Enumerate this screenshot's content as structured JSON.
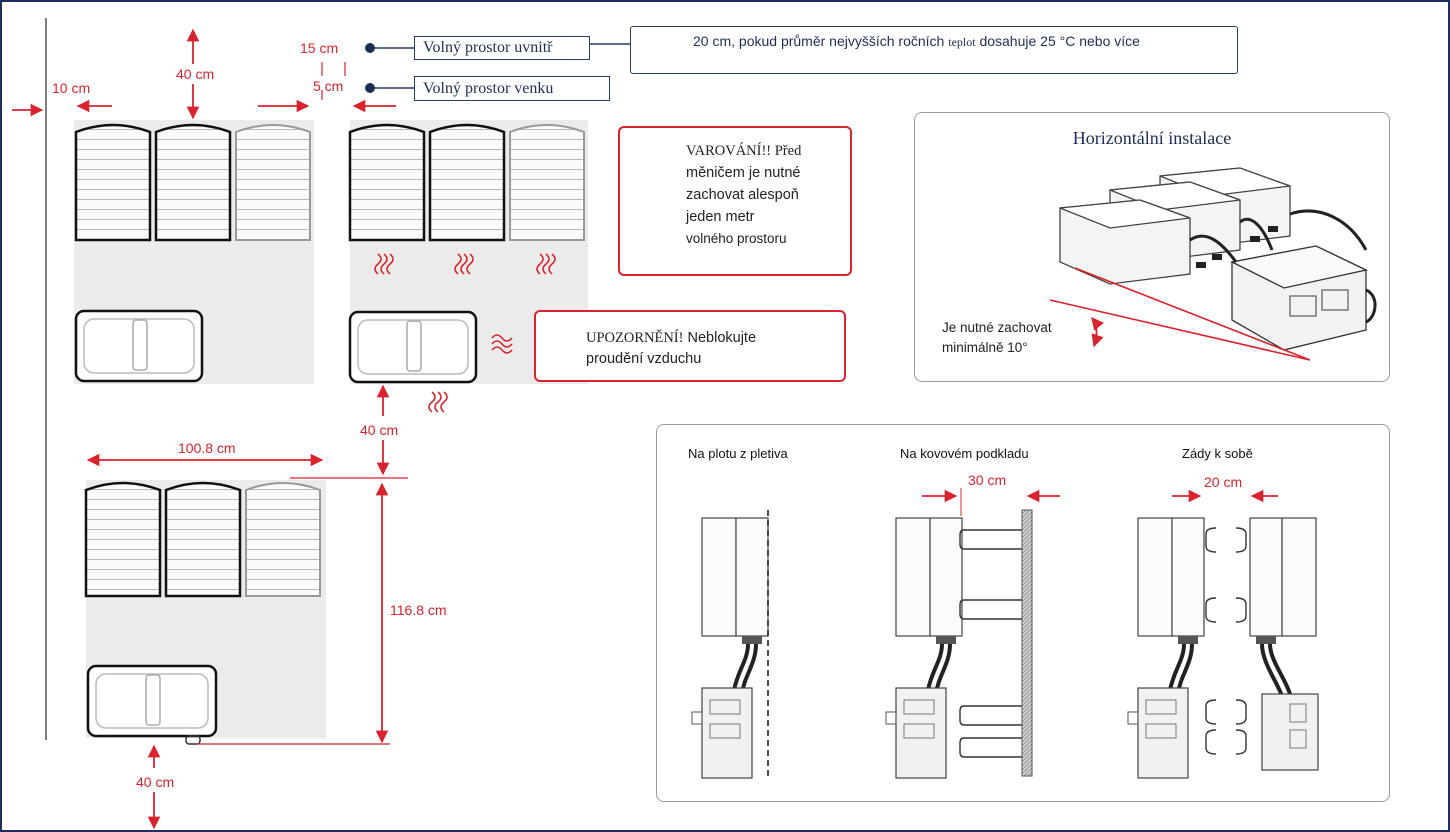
{
  "colors": {
    "accent_red": "#d9232e",
    "navy": "#2c3e66",
    "frame_blue": "#1f2f63",
    "shade": "#ebebeb"
  },
  "dims": {
    "d15": "15 cm",
    "d5": "5 cm",
    "d40_top": "40 cm",
    "d10": "10 cm",
    "d40_mid": "40 cm",
    "d100_8": "100.8 cm",
    "d116_8": "116.8 cm",
    "d40_bottom": "40 cm",
    "d30": "30 cm",
    "d20": "20 cm"
  },
  "tags": {
    "inside": "Volný prostor uvnitř",
    "outside": "Volný prostor venku"
  },
  "note": {
    "icon": "speech-bubble-icon",
    "text_a": "20 cm",
    "text_b": ", pokud průměr nejvyšších ročních ",
    "text_c": "teplot",
    "text_d": " dosahuje 25 °C nebo více"
  },
  "warning": {
    "icon": "warning-exclamation-icon",
    "line1": "VAROVÁNÍ!! Před",
    "line2": "měničem je nutné",
    "line3": "zachovat alespoň",
    "line4": "jeden metr",
    "line5": "volného prostoru"
  },
  "caution": {
    "icon": "caution-triangle-icon",
    "line1a": "UPOZORNĚNÍ!",
    "line1b": " Neblokujte",
    "line2": "proudění vzduchu"
  },
  "horizontal": {
    "title": "Horizontální instalace",
    "angle_line1": "Je nutné zachovat",
    "angle_line2": "minimálně 10°"
  },
  "mounting": {
    "mesh": "Na plotu z pletiva",
    "metal": "Na kovovém podkladu",
    "back": "Zády k sobě"
  }
}
